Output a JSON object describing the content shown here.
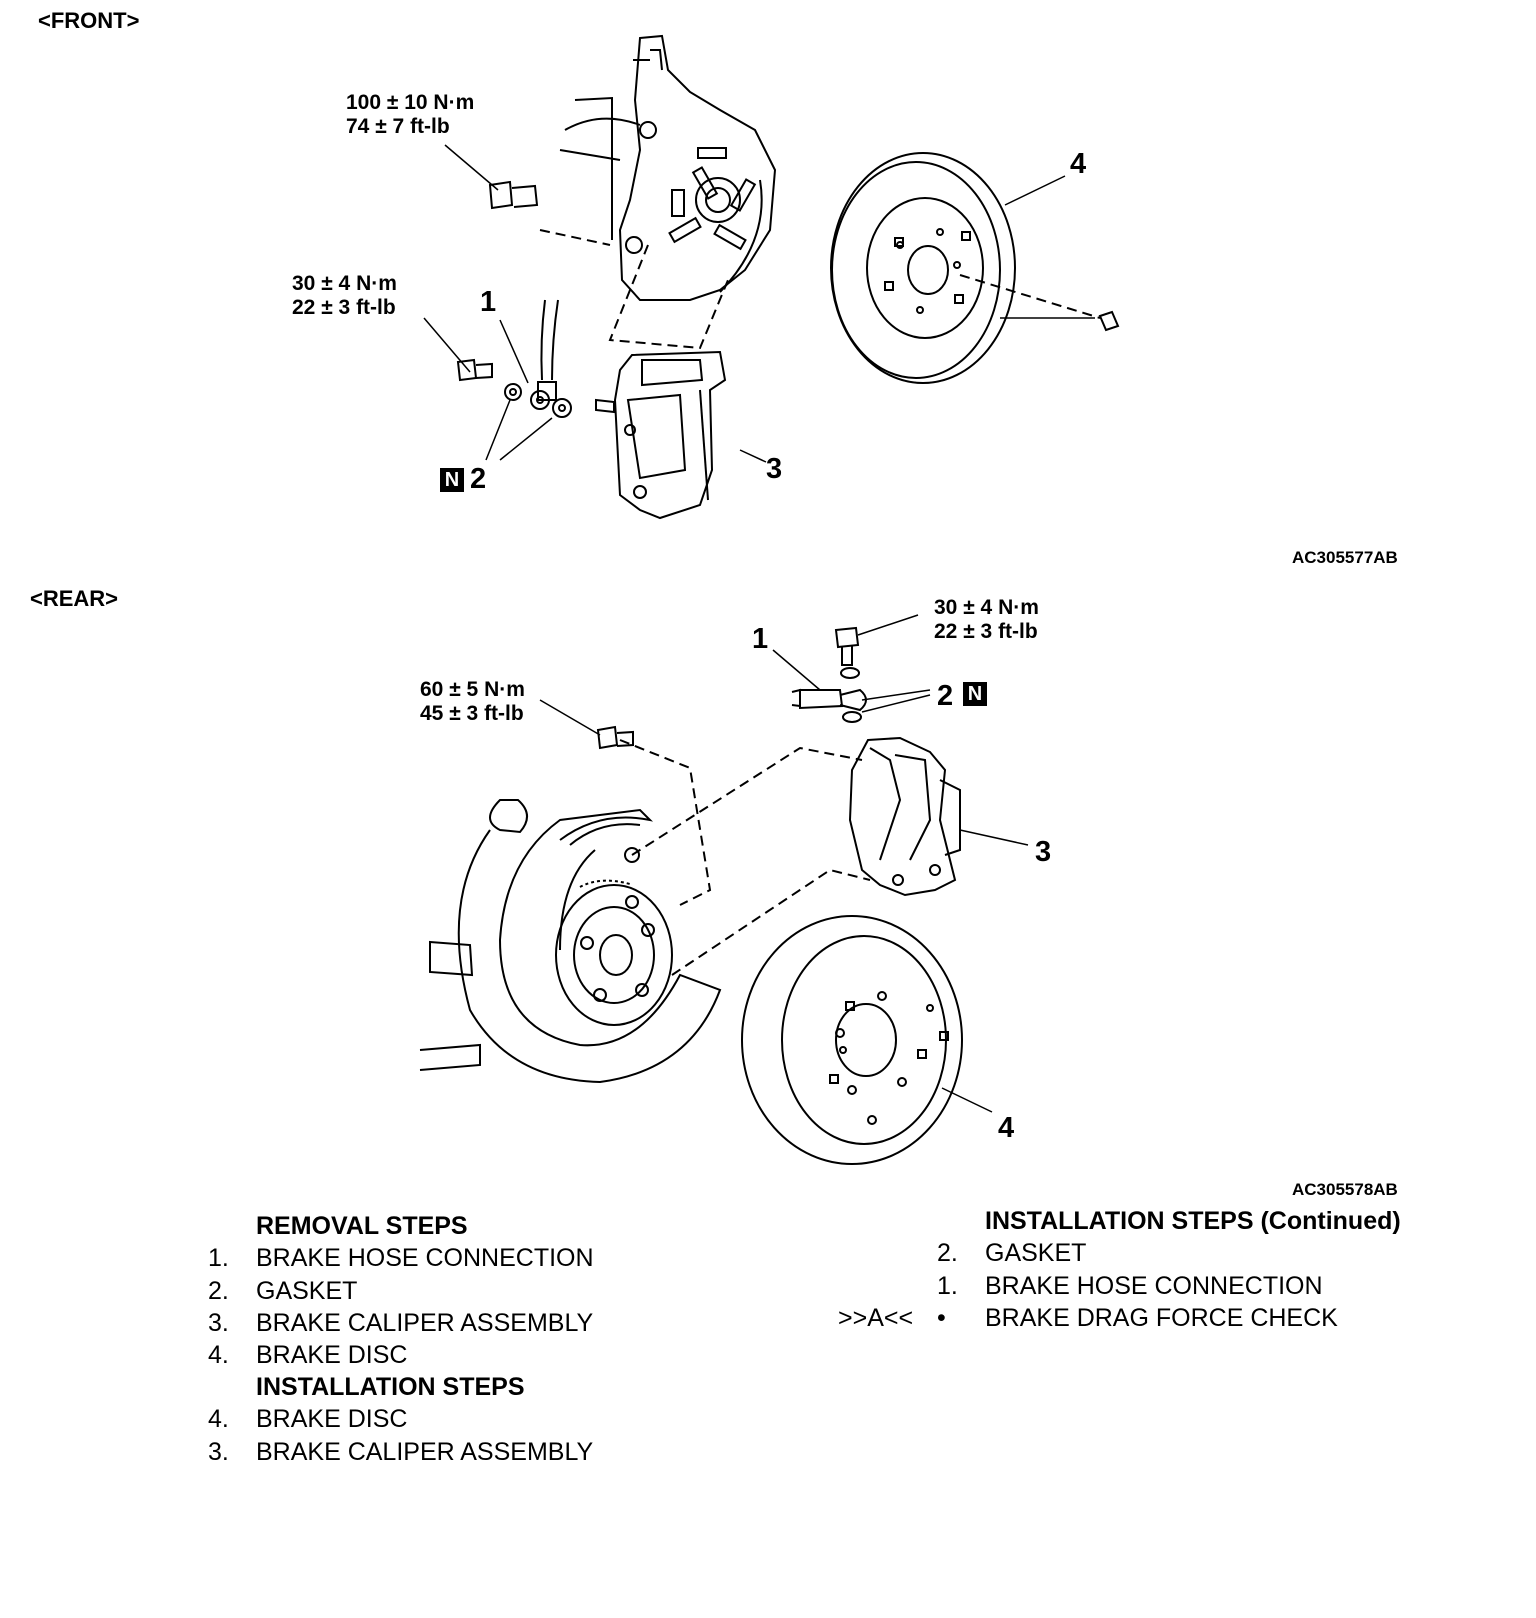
{
  "front": {
    "label": "<FRONT>",
    "torque_upper": [
      "100 ± 10 N·m",
      "74 ± 7 ft-lb"
    ],
    "torque_lower": [
      "30 ± 4 N·m",
      "22 ± 3 ft-lb"
    ],
    "callouts": [
      "1",
      "2",
      "3",
      "4"
    ],
    "new_part_mark": "N",
    "figure_id": "AC305577AB"
  },
  "rear": {
    "label": "<REAR>",
    "torque_upper": [
      "30 ± 4 N·m",
      "22 ± 3 ft-lb"
    ],
    "torque_lower": [
      "60 ± 5 N·m",
      "45 ± 3 ft-lb"
    ],
    "callouts": [
      "1",
      "2",
      "3",
      "4"
    ],
    "new_part_mark": "N",
    "figure_id": "AC305578AB"
  },
  "removal": {
    "heading": "REMOVAL STEPS",
    "items": [
      {
        "n": "1.",
        "text": "BRAKE HOSE CONNECTION"
      },
      {
        "n": "2.",
        "text": "GASKET"
      },
      {
        "n": "3.",
        "text": "BRAKE CALIPER ASSEMBLY"
      },
      {
        "n": "4.",
        "text": "BRAKE DISC"
      }
    ]
  },
  "installation": {
    "heading": "INSTALLATION STEPS",
    "items": [
      {
        "n": "4.",
        "text": "BRAKE DISC"
      },
      {
        "n": "3.",
        "text": "BRAKE CALIPER ASSEMBLY"
      }
    ]
  },
  "installation_cont": {
    "heading": "INSTALLATION STEPS (Continued)",
    "items": [
      {
        "mark": "",
        "n": "2.",
        "text": "GASKET"
      },
      {
        "mark": "",
        "n": "1.",
        "text": "BRAKE HOSE CONNECTION"
      },
      {
        "mark": ">>A<<",
        "n": "•",
        "text": "BRAKE DRAG FORCE CHECK"
      }
    ]
  }
}
